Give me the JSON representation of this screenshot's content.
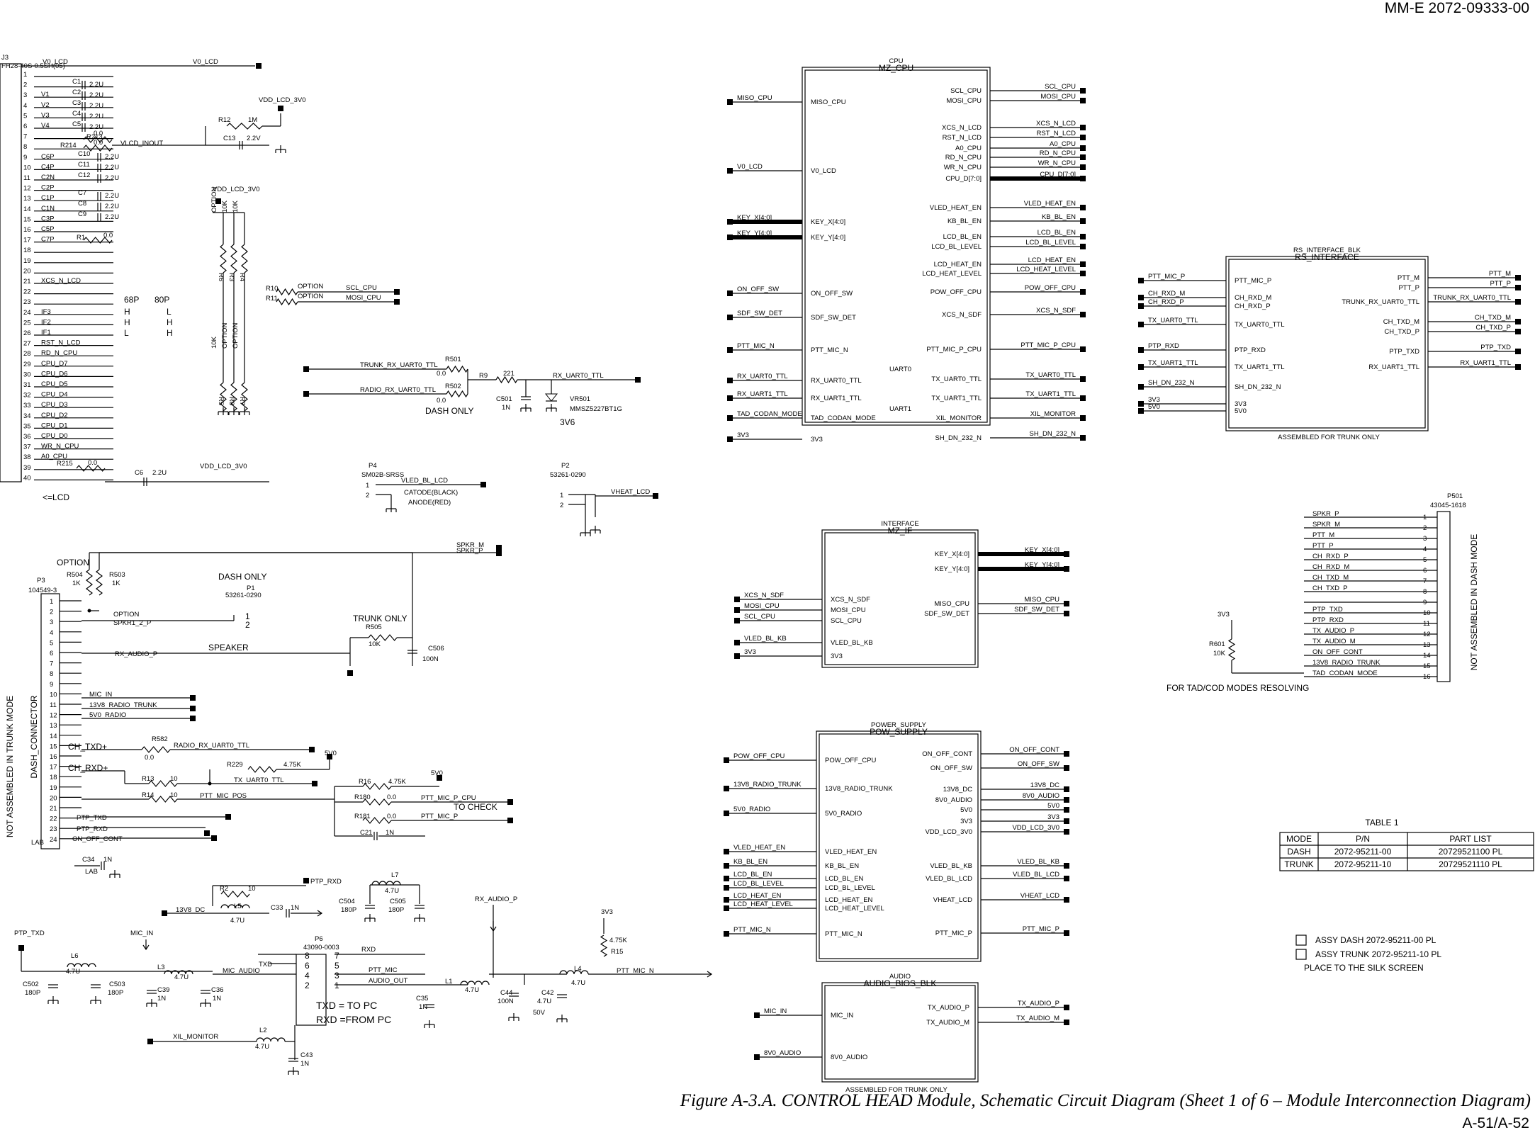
{
  "header": {
    "doc_number": "MM-E 2072-09333-00"
  },
  "footer": {
    "caption": "Figure A-3.A. CONTROL HEAD Module, Schematic Circuit Diagram (Sheet 1 of 6 – Module Interconnection Diagram)",
    "page": "A-51/A-52"
  },
  "j3": {
    "ref": "J3",
    "part": "FH28-40S-0.5SH(05)",
    "pins": [
      "1",
      "2",
      "3",
      "4",
      "5",
      "6",
      "7",
      "8",
      "9",
      "10",
      "11",
      "12",
      "13",
      "14",
      "15",
      "16",
      "17",
      "18",
      "19",
      "20",
      "21",
      "22",
      "23",
      "24",
      "25",
      "26",
      "27",
      "28",
      "29",
      "30",
      "31",
      "32",
      "33",
      "34",
      "35",
      "36",
      "37",
      "38",
      "39",
      "40"
    ],
    "pin_nets": [
      "",
      "",
      "V1",
      "V2",
      "V3",
      "V4",
      "",
      "",
      "C6P",
      "C4P",
      "C2N",
      "C2P",
      "C1P",
      "C1N",
      "C3P",
      "C5P",
      "C7P",
      "",
      "",
      "",
      "XCS_N_LCD",
      "",
      "",
      "IF3",
      "IF2",
      "IF1",
      "RST_N_LCD",
      "RD_N_CPU",
      "CPU_D7",
      "CPU_D6",
      "CPU_D5",
      "CPU_D4",
      "CPU_D3",
      "CPU_D2",
      "CPU_D1",
      "CPU_D0",
      "WR_N_CPU",
      "A0_CPU",
      "",
      ""
    ],
    "caps": [
      [
        "C1",
        "2.2U"
      ],
      [
        "C2",
        "2.2U"
      ],
      [
        "C3",
        "2.2U"
      ],
      [
        "C4",
        "2.2U"
      ],
      [
        "C5",
        "2.2U"
      ]
    ],
    "caps2": [
      [
        "C10",
        "2.2U"
      ],
      [
        "C11",
        "2.2U"
      ],
      [
        "C12",
        "2.2U"
      ],
      [
        "C7",
        "2.2U"
      ],
      [
        "C8",
        "2.2U"
      ],
      [
        "C9",
        "2.2U"
      ]
    ],
    "r213": [
      "R213",
      "0.0"
    ],
    "r214": [
      "R214",
      "0.0"
    ],
    "r1": [
      "R1",
      "0.0"
    ],
    "r215": [
      "R215",
      "0.0"
    ],
    "c6": [
      "C6",
      "2.2U"
    ],
    "vlcd_inout": "VLCD_INOUT",
    "v0_lcd": "V0_LCD",
    "vdd_lcd_3v0": "VDD_LCD_3V0",
    "r12": [
      "R12",
      "1M"
    ],
    "c13": [
      "C13",
      "2.2V"
    ],
    "lcd_label": "<=LCD",
    "mode_table": {
      "h1": "68P",
      "h2": "80P",
      "rows": [
        [
          "H",
          "L"
        ],
        [
          "H",
          "H"
        ],
        [
          "L",
          "H"
        ]
      ]
    },
    "r10": [
      "R10",
      "OPTION"
    ],
    "r11": [
      "R11",
      "OPTION"
    ],
    "scl_cpu": "SCL_CPU",
    "mosi_cpu": "MOSI_CPU",
    "res_col": [
      "R6",
      "R3",
      "R4",
      "R5",
      "R8",
      "R7"
    ],
    "res_val": [
      "OPTION",
      "10K",
      "10K",
      "10K",
      "OPTION",
      "OPTION"
    ]
  },
  "mid": {
    "trunk_rx": "TRUNK_RX_UART0_TTL",
    "radio_rx": "RADIO_RX_UART0_TTL",
    "r501": [
      "R501",
      "0.0"
    ],
    "r502": [
      "R502",
      "0.0"
    ],
    "r9": [
      "R9",
      "221"
    ],
    "rx_uart0": "RX_UART0_TTL",
    "c501": [
      "C501",
      "1N"
    ],
    "vr501": [
      "VR501",
      "MMSZ5227BT1G",
      "3V6"
    ],
    "dash_only": "DASH ONLY",
    "p4": [
      "P4",
      "SM02B-SRSS"
    ],
    "vled_bl_lcd": "VLED_BL_LCD",
    "catode": "CATODE(BLACK)",
    "anode": "ANODE(RED)",
    "p2": [
      "P2",
      "53261-0290"
    ],
    "vheat_lcd": "VHEAT_LCD"
  },
  "cpu": {
    "title1": "CPU",
    "title2": "MZ_CPU",
    "left": [
      "MISO_CPU",
      "V0_LCD",
      "KEY_X[4:0]",
      "KEY_Y[4:0]",
      "ON_OFF_SW",
      "SDF_SW_DET",
      "PTT_MIC_N",
      "RX_UART0_TTL",
      "RX_UART1_TTL",
      "TAD_CODAN_MODE",
      "3V3"
    ],
    "left_nets": [
      "MISO_CPU",
      "V0_LCD",
      "KEY_X[4:0]",
      "KEY_Y[4:0]",
      "ON_OFF_SW",
      "SDF_SW_DET",
      "PTT_MIC_N",
      "RX_UART0_TTL",
      "RX_UART1_TTL",
      "TAD_CODAN_MODE",
      "3V3"
    ],
    "right": [
      "SCL_CPU",
      "MOSI_CPU",
      "XCS_N_LCD",
      "RST_N_LCD",
      "A0_CPU",
      "RD_N_CPU",
      "WR_N_CPU",
      "CPU_D[7:0]",
      "VLED_HEAT_EN",
      "KB_BL_EN",
      "LCD_BL_EN",
      "LCD_BL_LEVEL",
      "LCD_HEAT_EN",
      "LCD_HEAT_LEVEL",
      "POW_OFF_CPU",
      "XCS_N_SDF",
      "PTT_MIC_P_CPU",
      "TX_UART0_TTL",
      "TX_UART1_TTL",
      "XIL_MONITOR",
      "SH_DN_232_N"
    ],
    "right_nets": [
      "SCL_CPU",
      "MOSI_CPU",
      "XCS_N_LCD",
      "RST_N_LCD",
      "A0_CPU",
      "RD_N_CPU",
      "WR_N_CPU",
      "CPU_D[7:0]",
      "VLED_HEAT_EN",
      "KB_BL_EN",
      "LCD_BL_EN",
      "LCD_BL_LEVEL",
      "LCD_HEAT_EN",
      "LCD_HEAT_LEVEL",
      "POW_OFF_CPU",
      "XCS_N_SDF",
      "PTT_MIC_P_CPU",
      "TX_UART0_TTL",
      "TX_UART1_TTL",
      "XIL_MONITOR",
      "SH_DN_232_N"
    ],
    "uart0": "UART0",
    "uart1": "UART1"
  },
  "rs": {
    "title1": "RS_INTERFACE_BLK",
    "title2": "RS_INTERFACE",
    "left": [
      "PTT_MIC_P",
      "CH_RXD_M",
      "CH_RXD_P",
      "TX_UART0_TTL",
      "PTP_RXD",
      "TX_UART1_TTL",
      "SH_DN_232_N",
      "3V3",
      "5V0"
    ],
    "left_nets": [
      "PTT_MIC_P",
      "CH_RXD_M",
      "CH_RXD_P",
      "TX_UART0_TTL",
      "PTP_RXD",
      "TX_UART1_TTL",
      "SH_DN_232_N",
      "3V3",
      "5V0"
    ],
    "right": [
      "PTT_M",
      "PTT_P",
      "TRUNK_RX_UART0_TTL",
      "CH_TXD_M",
      "CH_TXD_P",
      "PTP_TXD",
      "RX_UART1_TTL"
    ],
    "right_nets": [
      "PTT_M",
      "PTT_P",
      "TRUNK_RX_UART0_TTL",
      "CH_TXD_M",
      "CH_TXD_P",
      "PTP_TXD",
      "RX_UART1_TTL"
    ],
    "note": "ASSEMBLED FOR TRUNK ONLY"
  },
  "ifc": {
    "title1": "INTERFACE",
    "title2": "MZ_IF",
    "left": [
      "XCS_N_SDF",
      "MOSI_CPU",
      "SCL_CPU",
      "VLED_BL_KB",
      "3V3"
    ],
    "left_nets": [
      "XCS_N_SDF",
      "MOSI_CPU",
      "SCL_CPU",
      "VLED_BL_KB",
      "3V3"
    ],
    "right": [
      "KEY_X[4:0]",
      "KEY_Y[4:0]",
      "MISO_CPU",
      "SDF_SW_DET"
    ],
    "right_nets": [
      "KEY_X[4:0]",
      "KEY_Y[4:0]",
      "MISO_CPU",
      "SDF_SW_DET"
    ]
  },
  "p501": {
    "ref": "P501",
    "part": "43045-1618",
    "nets": [
      "SPKR_P",
      "SPKR_M",
      "PTT_M",
      "PTT_P",
      "CH_RXD_P",
      "CH_RXD_M",
      "CH_TXD_M",
      "CH_TXD_P",
      "",
      "PTP_TXD",
      "PTP_RXD",
      "TX_AUDIO_P",
      "TX_AUDIO_M",
      "ON_OFF_CONT",
      "13V8_RADIO_TRUNK",
      "TAD_CODAN_MODE"
    ],
    "pins": [
      "1",
      "2",
      "3",
      "4",
      "5",
      "6",
      "7",
      "8",
      "9",
      "10",
      "11",
      "12",
      "13",
      "14",
      "15",
      "16"
    ],
    "side": "NOT ASSEMBLED IN DASH MODE",
    "r601": [
      "3V3",
      "R601",
      "10K"
    ],
    "note": "FOR TAD/COD MODES RESOLVING"
  },
  "pow": {
    "title1": "POWER_SUPPLY",
    "title2": "POW_SUPPLY",
    "left": [
      "POW_OFF_CPU",
      "13V8_RADIO_TRUNK",
      "5V0_RADIO",
      "VLED_HEAT_EN",
      "KB_BL_EN",
      "LCD_BL_EN",
      "LCD_BL_LEVEL",
      "LCD_HEAT_EN",
      "LCD_HEAT_LEVEL",
      "PTT_MIC_N"
    ],
    "left_nets": [
      "POW_OFF_CPU",
      "13V8_RADIO_TRUNK",
      "5V0_RADIO",
      "VLED_HEAT_EN",
      "KB_BL_EN",
      "LCD_BL_EN",
      "LCD_BL_LEVEL",
      "LCD_HEAT_EN",
      "LCD_HEAT_LEVEL",
      "PTT_MIC_N"
    ],
    "right": [
      "ON_OFF_CONT",
      "ON_OFF_SW",
      "13V8_DC",
      "8V0_AUDIO",
      "5V0",
      "3V3",
      "VDD_LCD_3V0",
      "VLED_BL_KB",
      "VLED_BL_LCD",
      "VHEAT_LCD",
      "PTT_MIC_P"
    ],
    "right_nets": [
      "ON_OFF_CONT",
      "ON_OFF_SW",
      "13V8_DC",
      "8V0_AUDIO",
      "5V0",
      "3V3",
      "VDD_LCD_3V0",
      "VLED_BL_KB",
      "VLED_BL_LCD",
      "VHEAT_LCD",
      "PTT_MIC_P"
    ]
  },
  "audio": {
    "title1": "AUDIO",
    "title2": "AUDIO_BIOS_BLK",
    "left": [
      "MIC_IN",
      "8V0_AUDIO"
    ],
    "left_nets": [
      "MIC_IN",
      "8V0_AUDIO"
    ],
    "right": [
      "TX_AUDIO_P",
      "TX_AUDIO_M"
    ],
    "right_nets": [
      "TX_AUDIO_P",
      "TX_AUDIO_M"
    ],
    "note": "ASSEMBLED FOR TRUNK ONLY"
  },
  "table1": {
    "title": "TABLE 1",
    "headers": [
      "MODE",
      "P/N",
      "PART LIST"
    ],
    "rows": [
      [
        "DASH",
        "2072-95211-00",
        "20729521100 PL"
      ],
      [
        "TRUNK",
        "2072-95211-10",
        "20729521110 PL"
      ]
    ]
  },
  "assy": {
    "dash": "ASSY DASH  2072-95211-00 PL",
    "trunk": "ASSY TRUNK 2072-95211-10 PL",
    "note": "PLACE TO THE SILK SCREEN"
  },
  "p3": {
    "ref": "P3",
    "part": "104549-3",
    "side1": "NOT ASSEMBLED IN TRUNK MODE",
    "side2": "DASH_CONNECTOR",
    "lab": "LAB",
    "pins": [
      "1",
      "2",
      "3",
      "4",
      "5",
      "6",
      "7",
      "8",
      "9",
      "10",
      "11",
      "12",
      "13",
      "14",
      "15",
      "16",
      "17",
      "18",
      "19",
      "20",
      "21",
      "22",
      "23",
      "24"
    ],
    "option": "OPTION",
    "r504": [
      "R504",
      "1K"
    ],
    "r503": [
      "R503",
      "1K"
    ],
    "p1": [
      "DASH ONLY",
      "P1",
      "53261-0290"
    ],
    "option2": "OPTION",
    "spkr1": "SPKR1_2_P",
    "speaker": "SPEAKER",
    "spkr_m": "SPKR_M",
    "spkr_p": "SPKR_P",
    "trunk_only": "TRUNK ONLY",
    "r505": [
      "R505",
      "10K"
    ],
    "c506": [
      "C506",
      "100N"
    ],
    "rx_audio_p": "RX_AUDIO_P",
    "mic_in": "MIC_IN",
    "v13v8": "13V8_RADIO_TRUNK",
    "v5v0": "5V0_RADIO",
    "ch_txd": "CH_TXD+",
    "ch_rxd": "CH_RXD+",
    "r582": [
      "R582",
      "0.0"
    ],
    "radio_rx": "RADIO_RX_UART0_TTL",
    "r229": [
      "R229",
      "4.75K"
    ],
    "v5": "5V0",
    "r13": [
      "R13",
      "10"
    ],
    "tx_uart0": "TX_UART0_TTL",
    "r14": [
      "R14",
      "10"
    ],
    "ptt_mic_pos": "PTT_MIC_POS",
    "r16": [
      "R16",
      "4.75K"
    ],
    "v5b": "5V0",
    "r180": [
      "R180",
      "0.0"
    ],
    "ptt_mic_p_cpu": "PTT_MIC_P_CPU",
    "to_check": "TO CHECK",
    "r181": [
      "R181",
      "0.0"
    ],
    "ptt_mic_p": "PTT_MIC_P",
    "c21": [
      "C21",
      "1N"
    ],
    "ptp_txd": "PTP_TXD",
    "ptp_rxd": "PTP_RXD",
    "on_off": "ON_OFF_CONT",
    "c34": [
      "C34",
      "1N"
    ],
    "lab2": "LAB"
  },
  "bottom": {
    "ptp_rxd": "PTP_RXD",
    "r2": [
      "R2",
      "10"
    ],
    "l5": [
      "L5",
      "4.7U"
    ],
    "v13v8_dc": "13V8_DC",
    "c33": [
      "C33",
      "1N"
    ],
    "c504": [
      "C504",
      "180P"
    ],
    "l7": [
      "L7",
      "4.7U"
    ],
    "c505": [
      "C505",
      "180P"
    ],
    "rx_audio_p": "RX_AUDIO_P",
    "p6": [
      "P6",
      "43090-0003"
    ],
    "rxd": "RXD",
    "txd": "TXD",
    "ptt_mic": "PTT_MIC",
    "audio_out": "AUDIO_OUT",
    "ptp_txd": "PTP_TXD",
    "mic_in": "MIC_IN",
    "l6": [
      "L6",
      "4.7U"
    ],
    "c502": [
      "C502",
      "180P"
    ],
    "c503": [
      "C503",
      "180P"
    ],
    "l3": [
      "L3",
      "4.7U"
    ],
    "mic_audio": "MIC_AUDIO",
    "c39": [
      "C39",
      "1N"
    ],
    "c36": [
      "C36",
      "1N"
    ],
    "xil": "XIL_MONITOR",
    "l2": [
      "L2",
      "4.7U"
    ],
    "c43": [
      "C43",
      "1N"
    ],
    "txd_pc": "TXD = TO PC",
    "rxd_pc": "RXD =FROM PC",
    "c35": [
      "C35",
      "1N"
    ],
    "l1": [
      "L1",
      "4.7U"
    ],
    "c44": [
      "C44",
      "100N"
    ],
    "c42": [
      "C42",
      "4.7U",
      "50V"
    ],
    "v3v3": "3V3",
    "r15": [
      "4.75K",
      "R15"
    ],
    "l4": [
      "L4",
      "4.7U"
    ],
    "ptt_mic_n": "PTT_MIC_N",
    "pins": [
      "8",
      "7",
      "6",
      "5",
      "4",
      "3",
      "2",
      "1"
    ]
  }
}
